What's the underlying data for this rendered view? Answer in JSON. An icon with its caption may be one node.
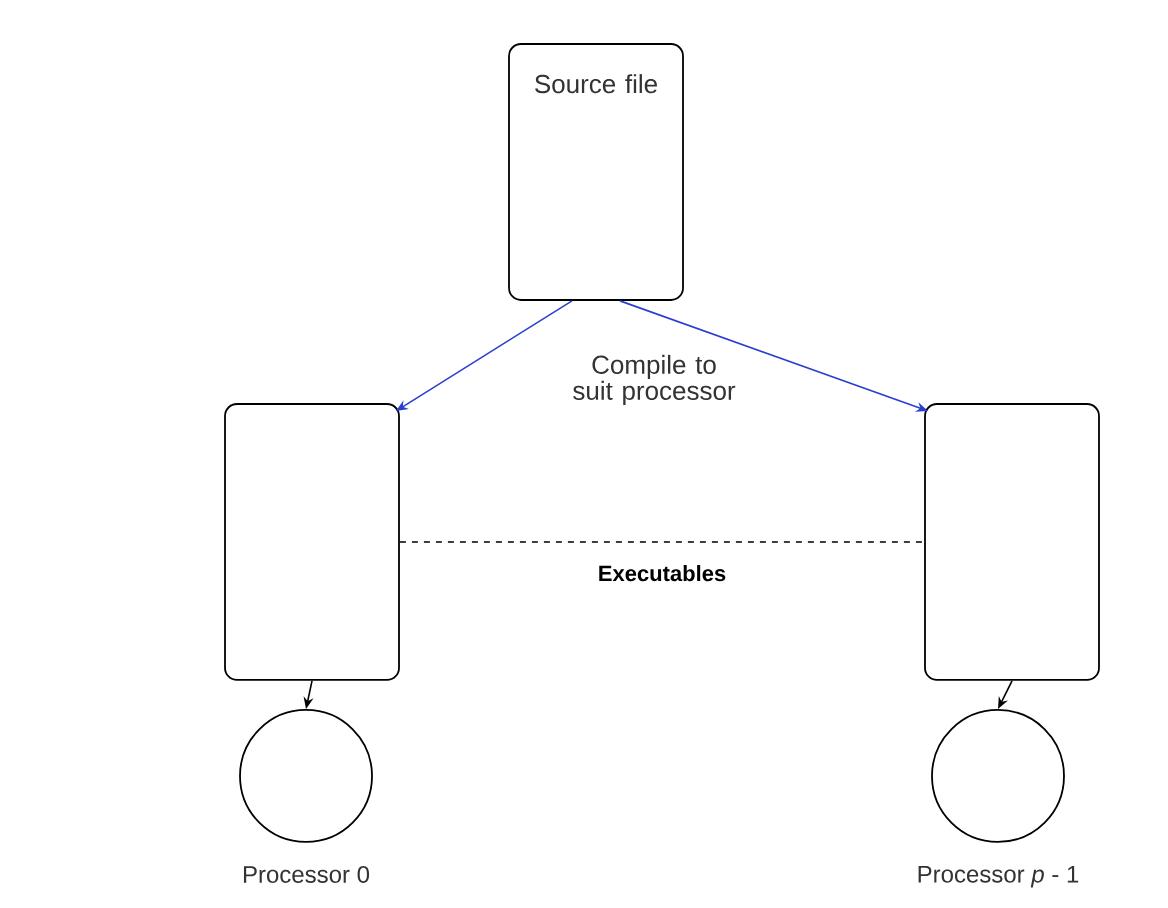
{
  "diagram": {
    "nodes": [
      {
        "text": [
          "Source file"
        ]
      },
      {
        "text": [],
        "shape": "box"
      },
      {
        "text": [],
        "shape": "box"
      },
      {
        "text": [],
        "shape": "circle",
        "beside": [
          "Processor 0"
        ]
      },
      {
        "text": [],
        "shape": "circle",
        "beside": [
          "Processor *p* - 1"
        ]
      }
    ],
    "edges": [
      {
        "from": 0,
        "to": 1,
        "arrow": "to",
        "color": "#2a3fd0"
      },
      {
        "from": 0,
        "to": 2,
        "arrow": "to",
        "color": "#2a3fd0"
      },
      {
        "from": 1,
        "to": 3,
        "arrow": "to"
      },
      {
        "from": 2,
        "to": 4,
        "arrow": "to"
      },
      {
        "from": 1,
        "to": 2,
        "arrow": "none",
        "style": "dashed",
        "label": "**Executables**"
      }
    ],
    "labels": [
      "Compile to suit processor"
    ]
  }
}
